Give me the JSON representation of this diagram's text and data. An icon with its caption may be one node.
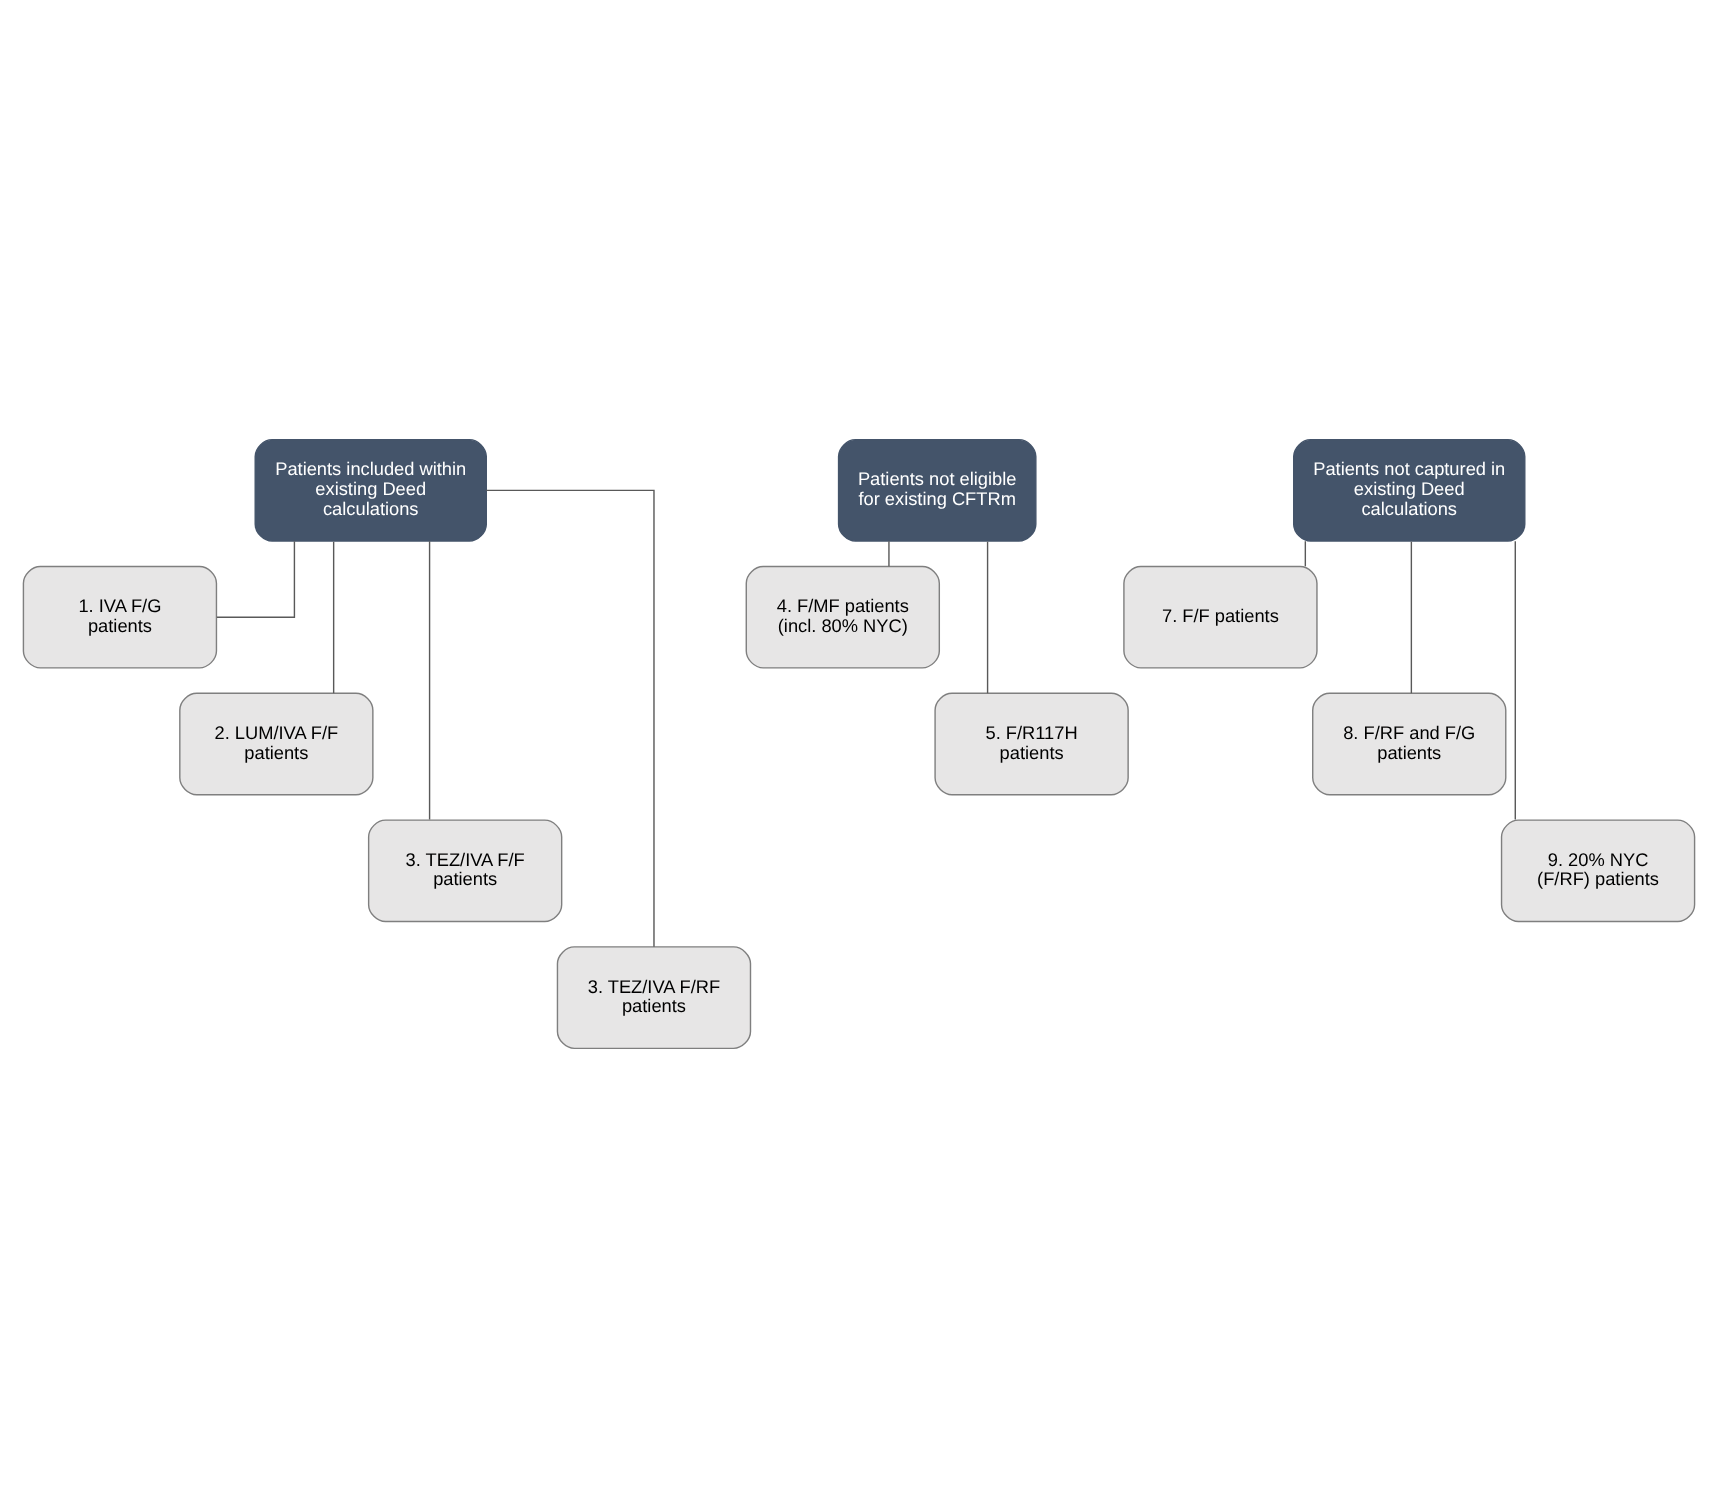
{
  "diagram": {
    "nodes": [
      {
        "text": [
          "Patients included within existing Deed calculations"
        ]
      },
      {
        "text": [
          "1. IVA F/G patients"
        ]
      },
      {
        "text": [
          "2. LUM/IVA F/F patients"
        ]
      },
      {
        "text": [
          "3. TEZ/IVA F/F patients"
        ]
      },
      {
        "text": [
          "3. TEZ/IVA F/RF patients"
        ]
      },
      {
        "text": [
          "Patients not eligible for existing CFTRm"
        ]
      },
      {
        "text": [
          "4. F/MF patients (incl. 80% NYC)"
        ]
      },
      {
        "text": [
          "5. F/R117H patients"
        ]
      },
      {
        "text": [
          "Patients not captured in existing Deed calculations"
        ]
      },
      {
        "text": [
          "7. F/F patients"
        ]
      },
      {
        "text": [
          "8. F/RF and F/G patients"
        ]
      },
      {
        "text": [
          "9. 20% NYC (F/RF) patients"
        ]
      }
    ],
    "edges": [
      {
        "from": 0,
        "to": 1,
        "arrow": "none"
      },
      {
        "from": 0,
        "to": 2,
        "arrow": "none"
      },
      {
        "from": 0,
        "to": 3,
        "arrow": "none"
      },
      {
        "from": 0,
        "to": 4,
        "arrow": "none"
      },
      {
        "from": 5,
        "to": 6,
        "arrow": "none"
      },
      {
        "from": 5,
        "to": 7,
        "arrow": "none"
      },
      {
        "from": 8,
        "to": 9,
        "arrow": "none"
      },
      {
        "from": 8,
        "to": 10,
        "arrow": "none"
      },
      {
        "from": 8,
        "to": 11,
        "arrow": "none"
      }
    ]
  }
}
